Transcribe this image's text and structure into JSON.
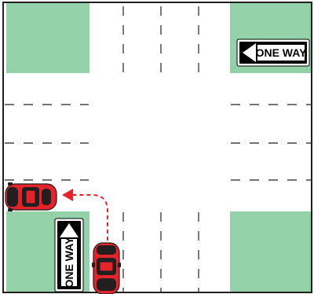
{
  "colors": {
    "grass": "#93d1a8",
    "road": "#ffffff",
    "border": "#231f20",
    "lane_marking": "#231f20",
    "car_red": "#e3242b",
    "car_dark": "#231f20",
    "arrow": "#e3242b",
    "sign_bg": "#000000",
    "sign_fg": "#ffffff"
  },
  "signs": {
    "top_right": {
      "label": "ONE WAY",
      "direction": "left",
      "icon": "arrow-left-icon"
    },
    "bottom_left": {
      "label": "ONE WAY",
      "direction": "up",
      "icon": "arrow-up-icon"
    }
  },
  "cars": {
    "turning_car": {
      "heading": "west",
      "icon": "car-icon"
    },
    "waiting_car": {
      "heading": "north",
      "icon": "car-icon"
    }
  },
  "path": {
    "style": "dashed",
    "turn": "left",
    "icon": "turn-arrow-icon"
  }
}
